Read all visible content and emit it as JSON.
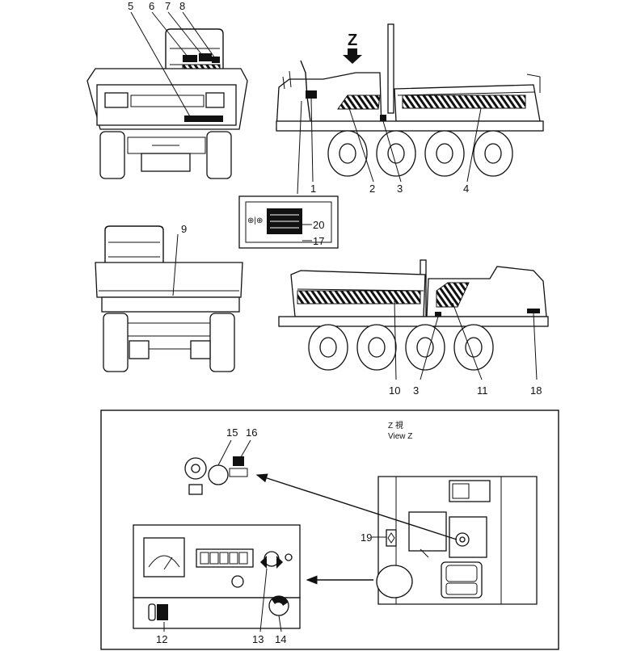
{
  "view_arrow_label": "Z",
  "view_z_caption_jp": "Z 視",
  "view_z_caption_en": "View Z",
  "label_plate_callouts": [
    "20",
    "17"
  ],
  "callouts": {
    "c1": "1",
    "c2": "2",
    "c3": "3",
    "c3b": "3",
    "c4": "4",
    "c5": "5",
    "c6": "6",
    "c7": "7",
    "c8": "8",
    "c9": "9",
    "c10": "10",
    "c11": "11",
    "c12": "12",
    "c13": "13",
    "c14": "14",
    "c15": "15",
    "c16": "16",
    "c18": "18",
    "c19": "19"
  }
}
